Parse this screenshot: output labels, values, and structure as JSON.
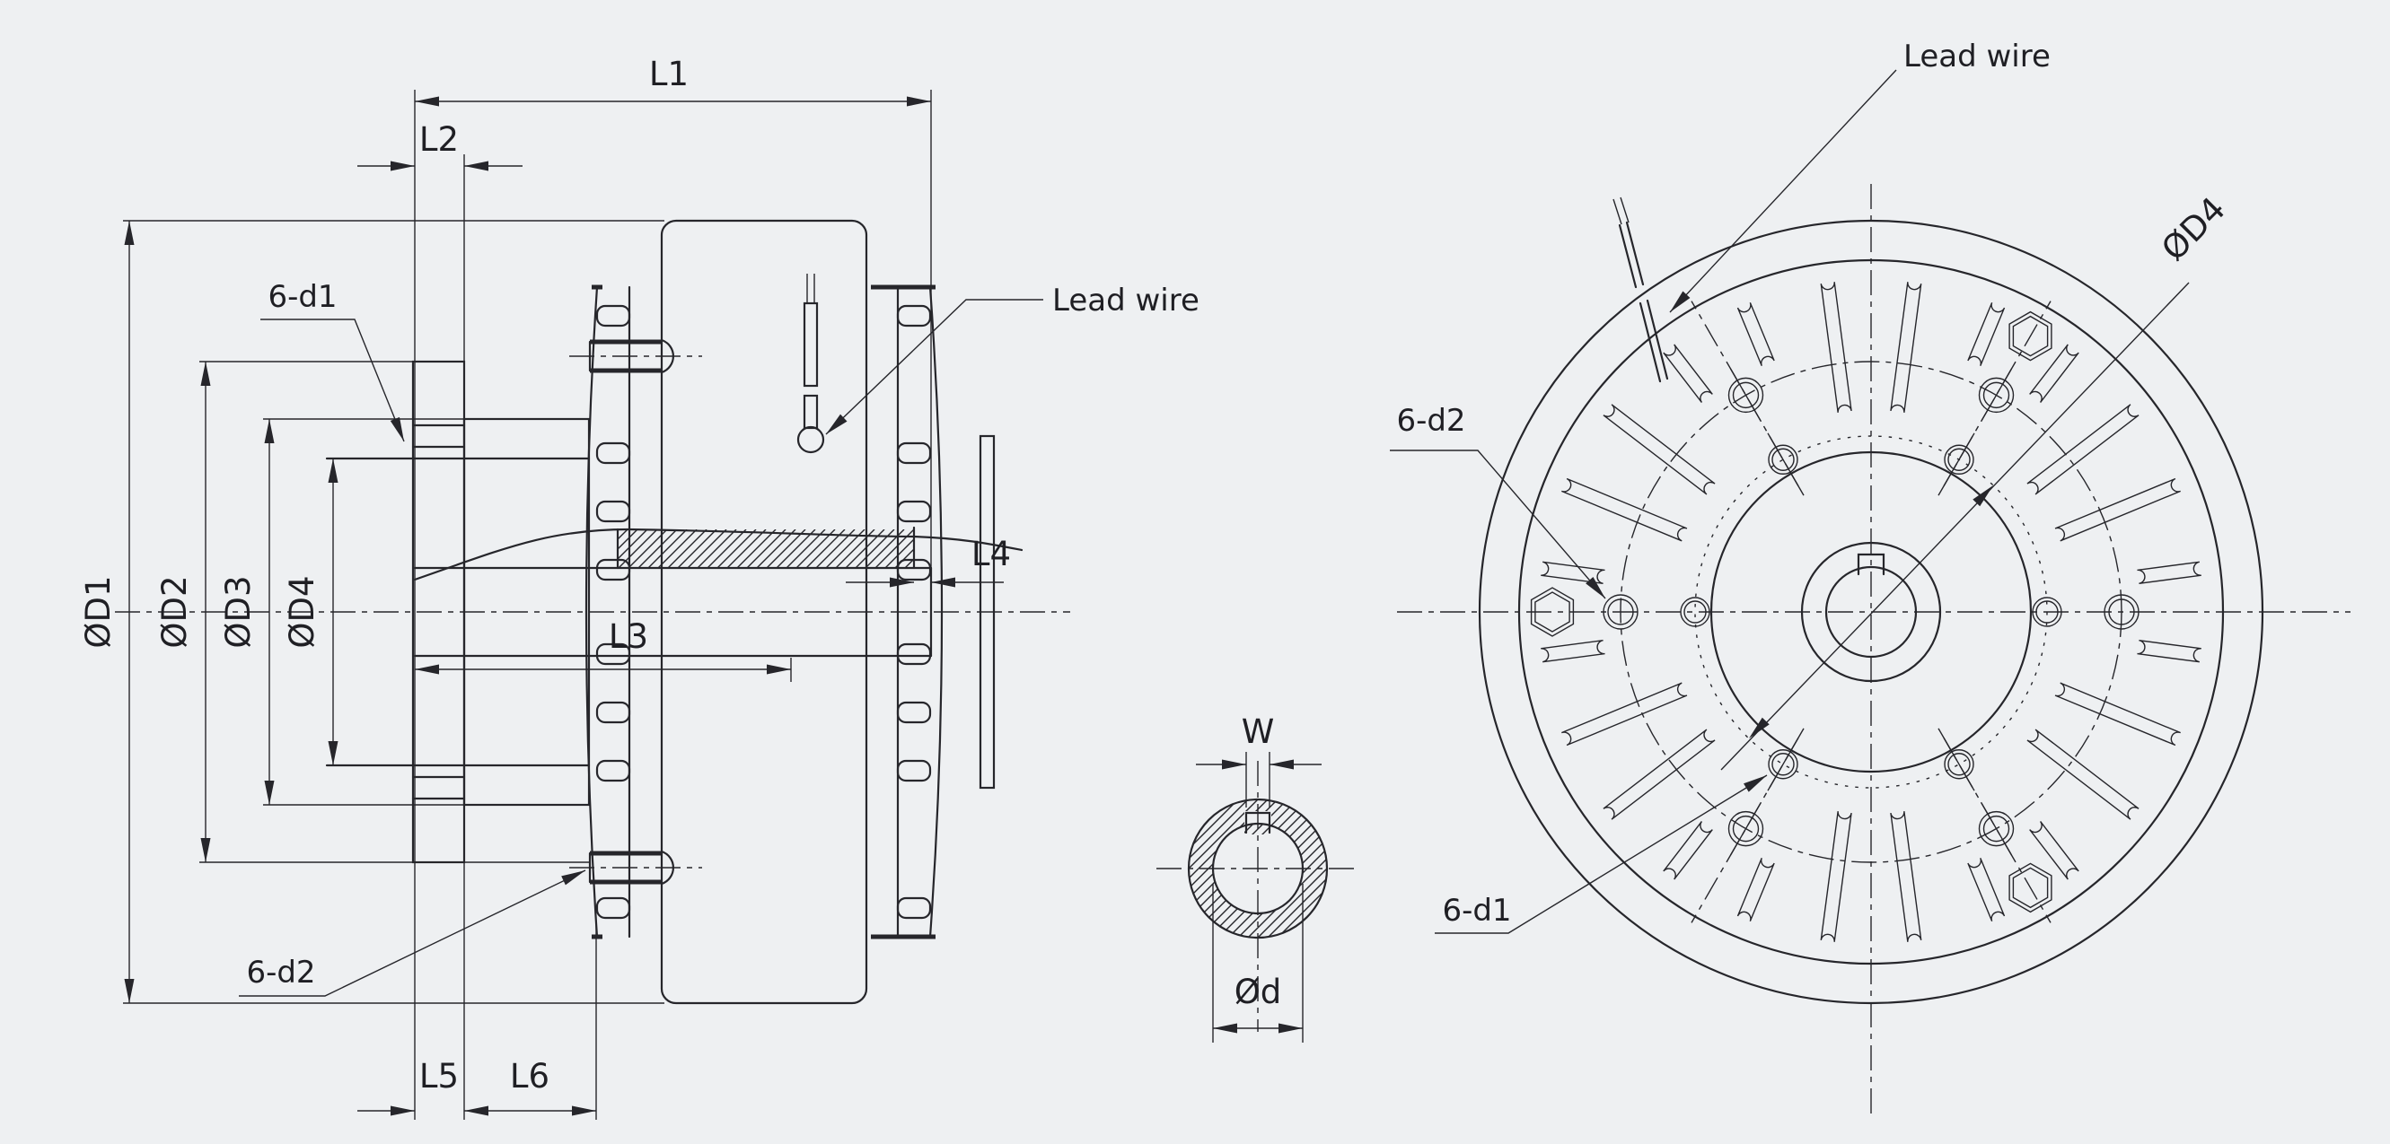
{
  "drawing": {
    "title": "Magnetic particle brake dimensional drawing",
    "background": "#eef0f2",
    "line_color": "#26262b",
    "side_view": {
      "dims": {
        "l1": "L1",
        "l2": "L2",
        "l3": "L3",
        "l4": "L4",
        "l5": "L5",
        "l6": "L6",
        "d1": "ØD1",
        "d2": "ØD2",
        "d3": "ØD3",
        "d4": "ØD4"
      },
      "callouts": {
        "holes_d1": "6-d1",
        "holes_d2": "6-d2",
        "lead_wire": "Lead wire"
      }
    },
    "shaft_section": {
      "dims": {
        "key_width": "W",
        "bore": "Ød"
      }
    },
    "front_view": {
      "dims": {
        "bolt_circle_d4": "ØD4"
      },
      "callouts": {
        "holes_d2": "6-d2",
        "holes_d1": "6-d1",
        "lead_wire": "Lead wire"
      }
    }
  }
}
